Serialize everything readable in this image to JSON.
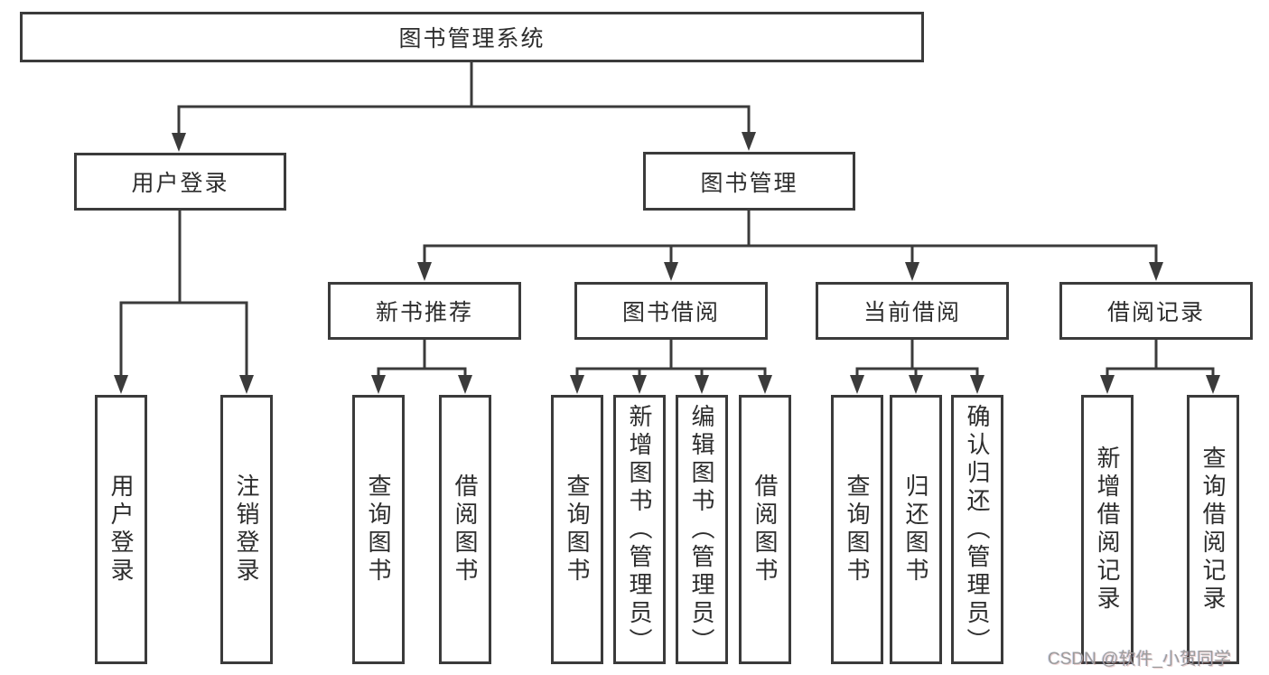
{
  "nodes": {
    "root": {
      "label": "图书管理系统"
    },
    "level2": [
      {
        "id": "user-login",
        "label": "用户登录"
      },
      {
        "id": "book-management",
        "label": "图书管理"
      }
    ],
    "level3": [
      {
        "id": "new-book-recommend",
        "label": "新书推荐",
        "parent": "图书管理"
      },
      {
        "id": "book-borrow",
        "label": "图书借阅",
        "parent": "图书管理"
      },
      {
        "id": "current-borrow",
        "label": "当前借阅",
        "parent": "图书管理"
      },
      {
        "id": "borrow-records",
        "label": "借阅记录",
        "parent": "图书管理"
      }
    ],
    "leaves": [
      {
        "id": "user-login-leaf",
        "label": "用户登录",
        "parent": "用户登录"
      },
      {
        "id": "logout-login",
        "label": "注销登录",
        "parent": "用户登录"
      },
      {
        "id": "query-books-recommend",
        "label": "查询图书",
        "parent": "新书推荐"
      },
      {
        "id": "borrow-books-recommend",
        "label": "借阅图书",
        "parent": "新书推荐"
      },
      {
        "id": "query-books-borrow",
        "label": "查询图书",
        "parent": "图书借阅"
      },
      {
        "id": "add-books-admin",
        "label": "新增图书（管理员）",
        "parent": "图书借阅"
      },
      {
        "id": "edit-books-admin",
        "label": "编辑图书（管理员）",
        "parent": "图书借阅"
      },
      {
        "id": "borrow-books",
        "label": "借阅图书",
        "parent": "图书借阅"
      },
      {
        "id": "query-books-current",
        "label": "查询图书",
        "parent": "当前借阅"
      },
      {
        "id": "return-books",
        "label": "归还图书",
        "parent": "当前借阅"
      },
      {
        "id": "confirm-return-admin",
        "label": "确认归还（管理员）",
        "parent": "当前借阅"
      },
      {
        "id": "add-borrow-record",
        "label": "新增借阅记录",
        "parent": "借阅记录"
      },
      {
        "id": "query-borrow-record",
        "label": "查询借阅记录",
        "parent": "借阅记录"
      }
    ]
  },
  "watermark": {
    "text": "CSDN @软件_小贺同学"
  },
  "colors": {
    "line": "#3b3b3b",
    "text": "#2d2d2d",
    "watermark": "#9c9c9c",
    "background": "#ffffff"
  }
}
